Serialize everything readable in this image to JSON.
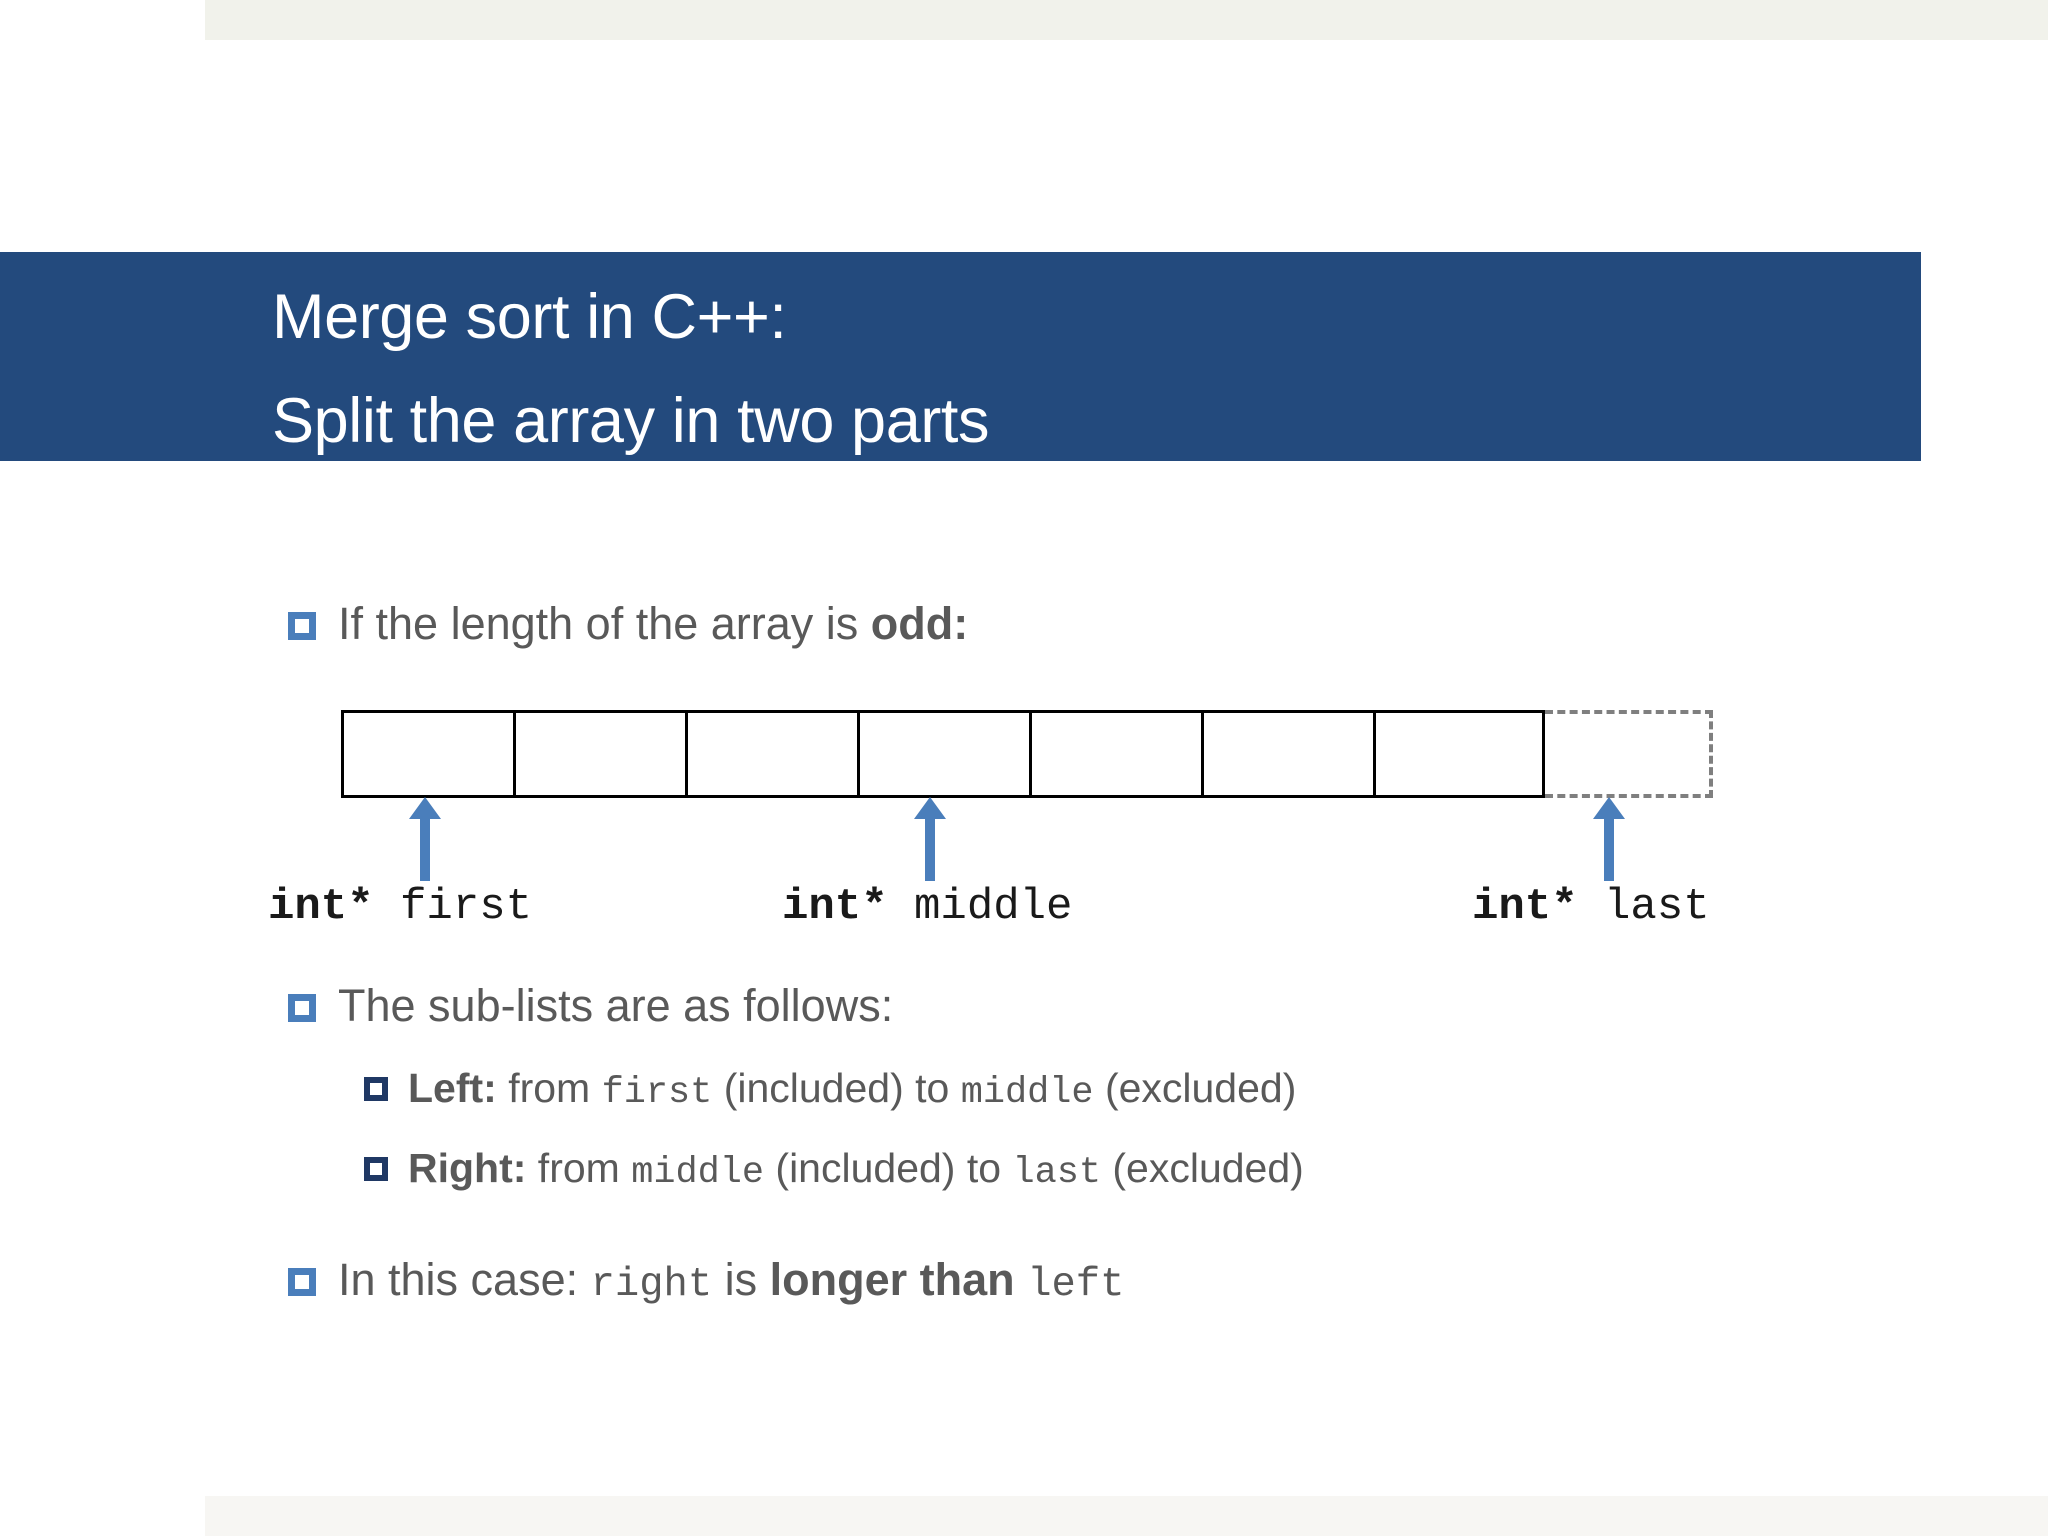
{
  "slide": {
    "title_line1": "Merge sort in C++:",
    "title_line2": "Split the array in two parts",
    "title_band_color": "#234a7d",
    "title_text_color": "#ffffff",
    "body_text_color": "#595959",
    "bullet_level1_color": "#4a7ebb",
    "bullet_level2_color": "#1f3864",
    "arrow_color": "#4a7ebb",
    "top_strip_color": "#f1f2eb",
    "bottom_strip_color": "#f7f6f3"
  },
  "bullets": {
    "b1": {
      "lead": "If the length of the array is ",
      "bold": "odd:"
    },
    "b2": {
      "lead": "The sub-lists are as follows:"
    },
    "b2a": {
      "bold": "Left:",
      "t1": " from ",
      "code1": "first",
      "t2": " (included) to ",
      "code2": "middle",
      "t3": " (excluded)"
    },
    "b2b": {
      "bold": "Right:",
      "t1": " from ",
      "code1": "middle",
      "t2": " (included) to ",
      "code2": "last",
      "t3": " (excluded)"
    },
    "b3": {
      "lead": "In this case: ",
      "code1": "right",
      "t1": " is ",
      "bold": "longer than",
      "t2": " ",
      "code2": "left"
    }
  },
  "diagram": {
    "cells_solid": 7,
    "cells_ghost": 1,
    "pointers": [
      {
        "type": "int*",
        "name": "first",
        "cell_index": 0
      },
      {
        "type": "int*",
        "name": "middle",
        "cell_index": 3
      },
      {
        "type": "int*",
        "name": "last",
        "cell_index": 7
      }
    ]
  }
}
